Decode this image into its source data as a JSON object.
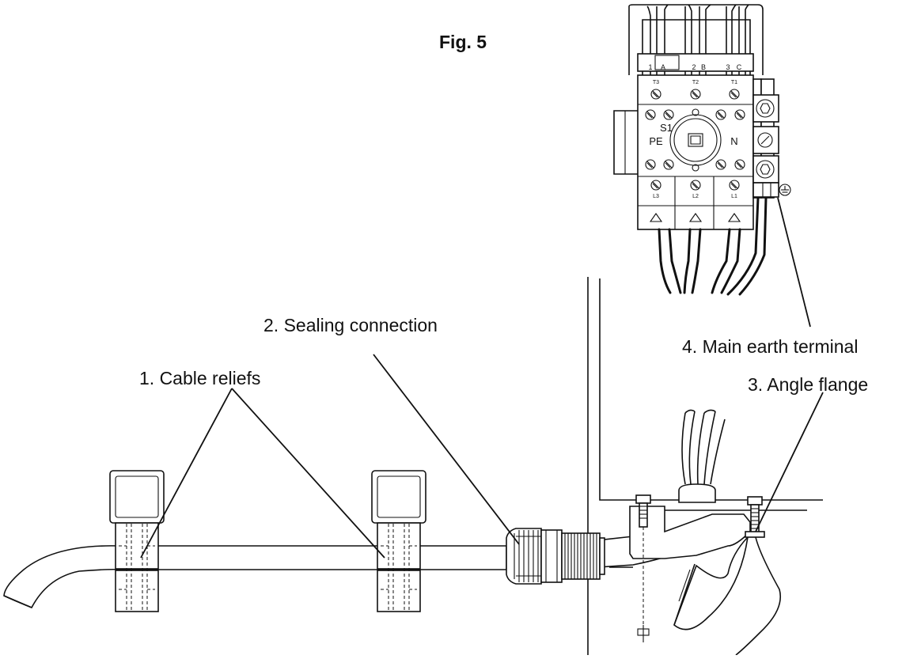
{
  "figure": {
    "title": "Fig. 5",
    "callouts": {
      "cable_reliefs": "1. Cable reliefs",
      "sealing_connection": "2. Sealing connection",
      "angle_flange": "3. Angle flange",
      "main_earth_terminal": "4. Main earth terminal"
    },
    "switch_labels": {
      "wire_tags": [
        "1",
        "A",
        "2",
        "B",
        "3",
        "C"
      ],
      "top_terminals": [
        "T3",
        "T2",
        "T1"
      ],
      "bottom_terminals": [
        "L3",
        "L2",
        "L1"
      ],
      "switch_id": "S1",
      "pe": "PE",
      "n": "N"
    }
  }
}
